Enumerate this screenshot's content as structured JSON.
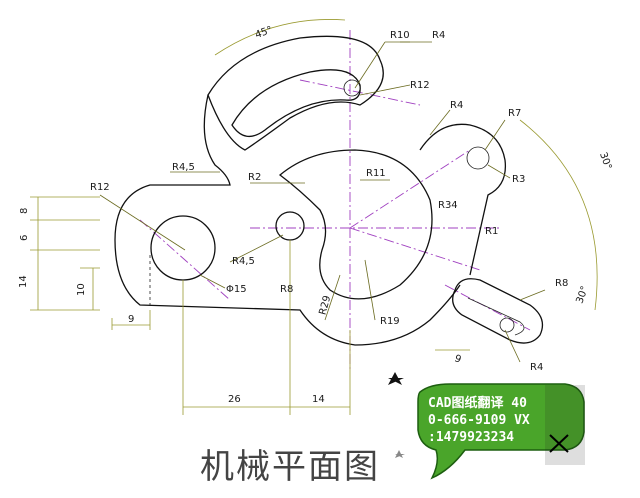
{
  "title": "机械平面图",
  "labels": {
    "r10": "R10",
    "r4_top": "R4",
    "r12_slot": "R12",
    "r4_right": "R4",
    "r7": "R7",
    "r3": "R3",
    "angle_right_top": "30°",
    "r4_5_top": "R4,5",
    "r2": "R2",
    "r11": "R11",
    "r34": "R34",
    "r1": "R1",
    "r12_left": "R12",
    "r4_5_left": "R4,5",
    "phi15": "Φ15",
    "r8_mid": "R8",
    "r29": "R29",
    "r19": "R19",
    "r8_right": "R8",
    "angle_right_bottom": "30°",
    "r4_bottom": "R4",
    "angle_top": "45°"
  },
  "dimensions": {
    "d8": "8",
    "d6": "6",
    "d14": "14",
    "d10": "10",
    "d9_left": "9",
    "d26": "26",
    "d14_bottom": "14",
    "d9_right": "9"
  },
  "watermark": {
    "line1": "CAD图纸翻译 40",
    "line2": "0-666-9109 VX",
    "line3": ":1479923234",
    "bg_color": "#4aa52a",
    "icons": [
      "star-icon",
      "close-icon"
    ]
  }
}
